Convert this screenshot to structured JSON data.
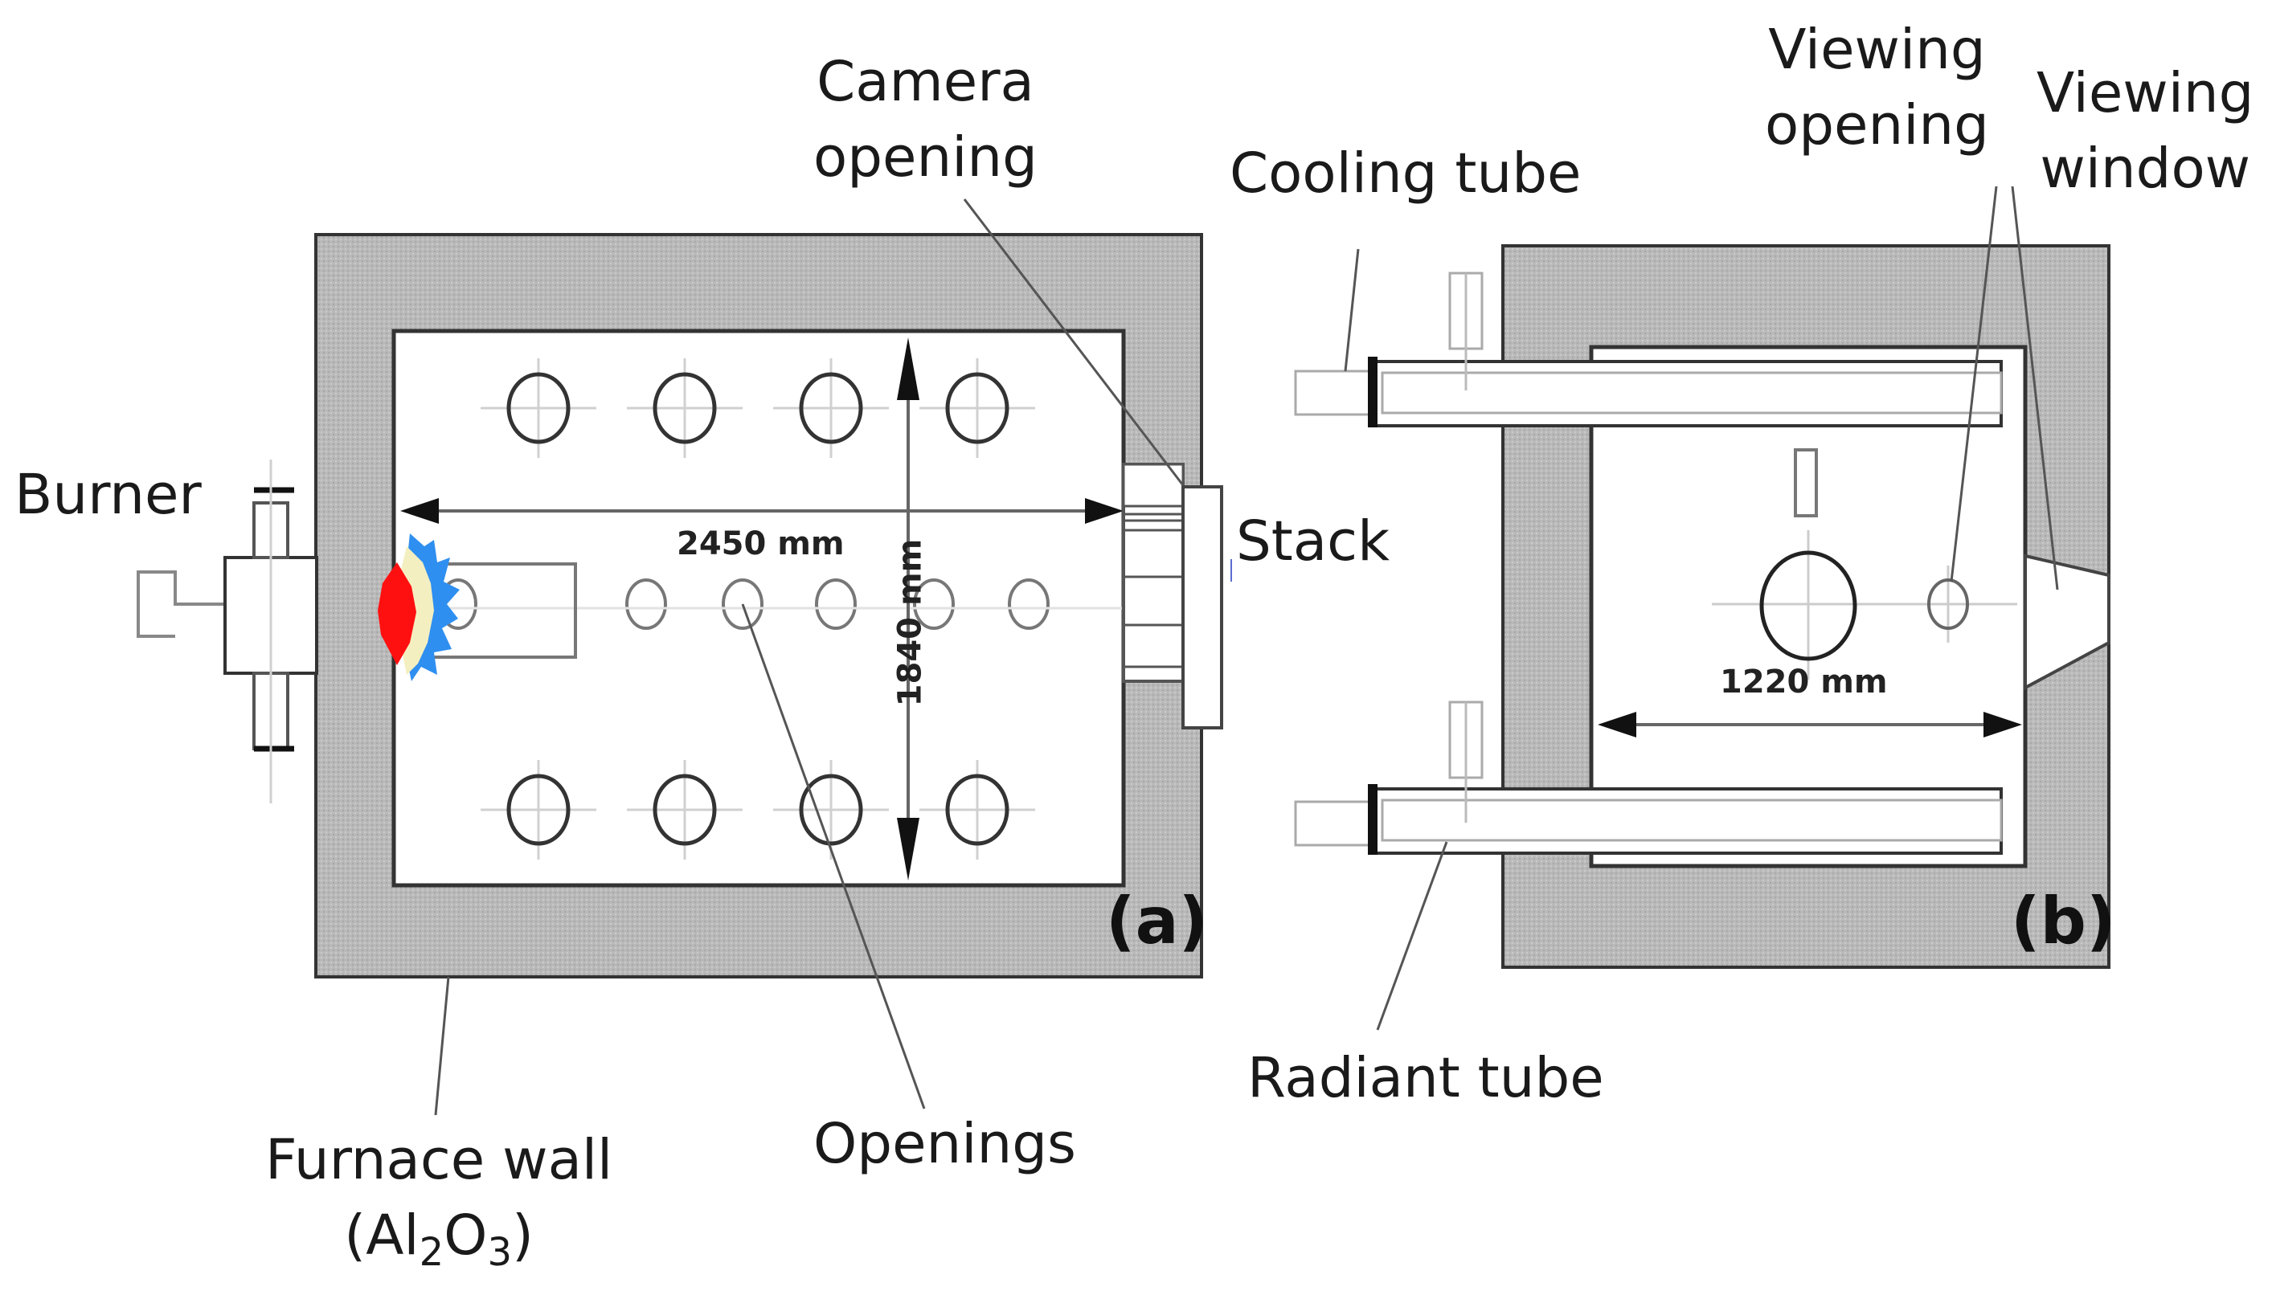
{
  "labels": {
    "camera_opening": [
      "Camera",
      "opening"
    ],
    "cooling_tube": "Cooling tube",
    "viewing_opening": [
      "Viewing",
      "opening"
    ],
    "viewing_window": [
      "Viewing",
      "window"
    ],
    "burner": "Burner",
    "stack": "Stack",
    "radiant_tube": "Radiant tube",
    "furnace_wall_line1": "Furnace wall",
    "furnace_wall_paren_open": "(Al",
    "furnace_wall_sub1": "2",
    "furnace_wall_mid": "O",
    "furnace_wall_sub2": "3",
    "furnace_wall_paren_close": ")",
    "openings": "Openings"
  },
  "dimensions": {
    "length_a": "2450 mm",
    "width_a": "1840 mm",
    "width_b": "1220 mm"
  },
  "panels": {
    "a": "(a)",
    "b": "(b)"
  },
  "colors": {
    "wall": "#bcbcbc",
    "flame_core": "#ff1010",
    "flame_halo": "#f4efc0",
    "flame_outer": "#2f8ff0"
  }
}
